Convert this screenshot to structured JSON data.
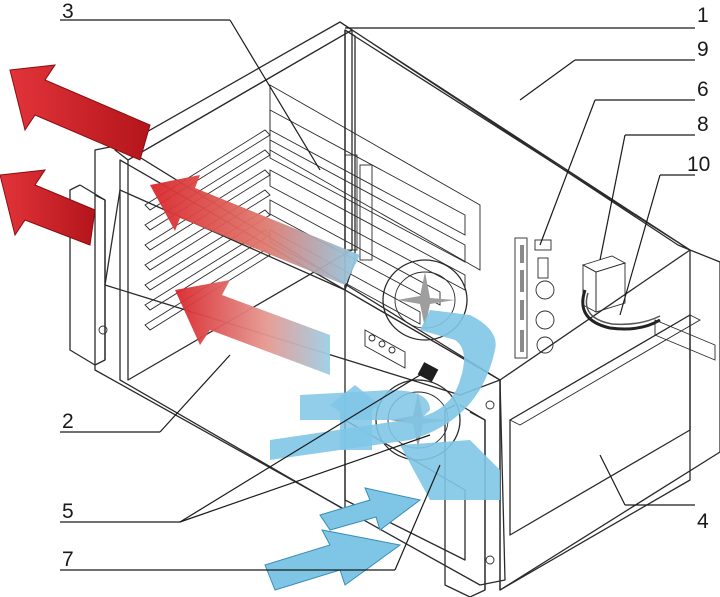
{
  "callouts": {
    "c1": "1",
    "c2": "2",
    "c3": "3",
    "c4": "4",
    "c5": "5",
    "c6": "6",
    "c7": "7",
    "c8": "8",
    "c9": "9",
    "c10": "10"
  },
  "colors": {
    "case_light": "#e9e9e9",
    "case_mid": "#d6d6d6",
    "case_dark": "#bdbdbd",
    "hot_air": "#d9262b",
    "cool_air": "#7fc6e6",
    "outline": "#2b2b2b"
  },
  "icons": {
    "exhaust": "hot-air-arrow-icon",
    "intake": "cool-air-arrow-icon",
    "fan": "fan-icon"
  }
}
